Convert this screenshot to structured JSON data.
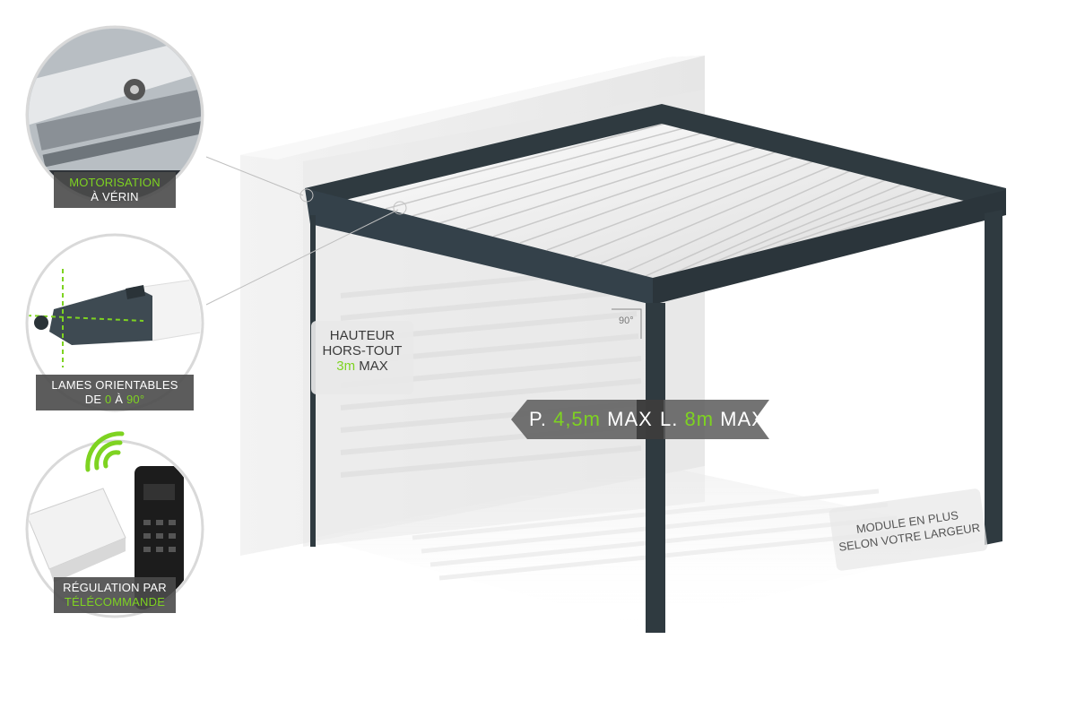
{
  "callouts": {
    "motor": {
      "line1": "MOTORISATION",
      "line2": "À VÉRIN"
    },
    "blades": {
      "line1": "LAMES ORIENTABLES",
      "line2_pre": "DE ",
      "line2_from": "0",
      "line2_mid": " À ",
      "line2_to": "90°"
    },
    "remote": {
      "line1": "RÉGULATION PAR",
      "line2": "TÉLÉCOMMANDE"
    }
  },
  "height_tag": {
    "line1": "HAUTEUR",
    "line2": "HORS-TOUT",
    "value": "3m",
    "unit": "MAX"
  },
  "dimension_banner": {
    "depth_prefix": "P.",
    "depth_value": "4,5m",
    "depth_unit": "MAX",
    "length_prefix": "L.",
    "length_value": "8m",
    "length_unit": "MAX"
  },
  "module_tag": {
    "line1": "MODULE EN PLUS",
    "line2": "SELON VOTRE LARGEUR"
  },
  "angle_mark": "90°",
  "colors": {
    "accent": "#7ed321",
    "frame": "#2f3a40",
    "label_bg": "#4a4a4a",
    "wall": "#ededed"
  },
  "icons": [
    "wifi-signal-icon",
    "remote-control-icon",
    "control-box-icon"
  ]
}
